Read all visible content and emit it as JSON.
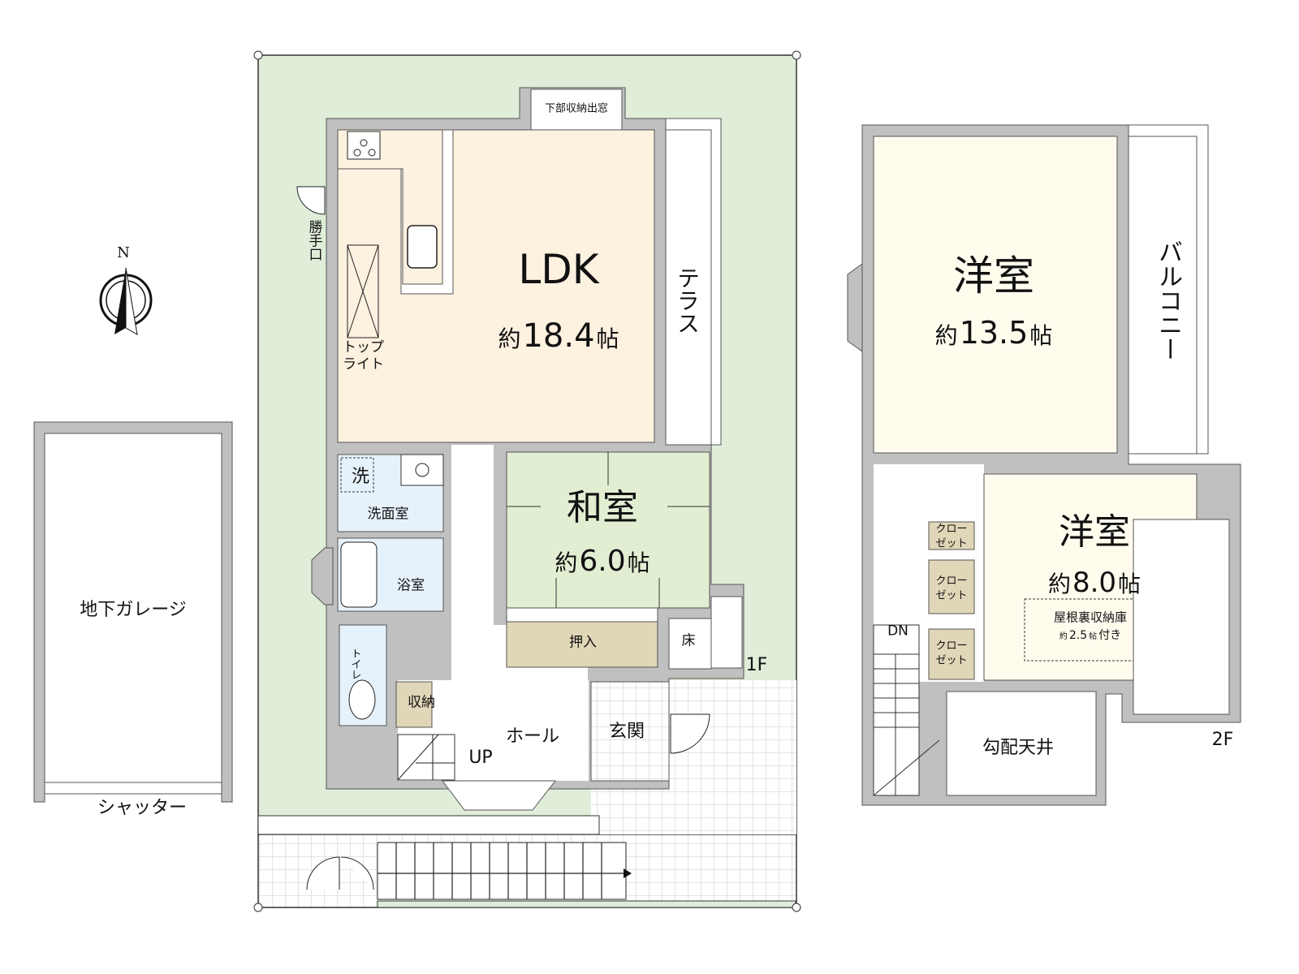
{
  "compass": {
    "label": "N"
  },
  "floor1": {
    "label": "1F",
    "rooms": {
      "ldk": {
        "name": "LDK",
        "prefix": "約",
        "size": "18.4",
        "unit": "帖"
      },
      "washitsu": {
        "name": "和室",
        "prefix": "約",
        "size": "6.0",
        "unit": "帖"
      },
      "senmenshitsu": {
        "name": "洗面室",
        "washer": "洗"
      },
      "yokushitsu": {
        "name": "浴室"
      },
      "toilet": {
        "name": "トイレ"
      },
      "storage": {
        "name": "収納"
      },
      "oshiire": {
        "name": "押入"
      },
      "toko": {
        "name": "床"
      },
      "hall": {
        "name": "ホール"
      },
      "genkan": {
        "name": "玄関"
      },
      "terrace": {
        "name": "テラス"
      },
      "katteguchi": {
        "name": "勝手口"
      },
      "toplight": {
        "name": "トップライト",
        "line1": "トップ",
        "line2": "ライト"
      },
      "bay_window": {
        "name": "下部収納出窓"
      },
      "stairs_up": {
        "name": "UP"
      }
    }
  },
  "floor2": {
    "label": "2F",
    "rooms": {
      "yoshitsu_large": {
        "name": "洋室",
        "prefix": "約",
        "size": "13.5",
        "unit": "帖"
      },
      "yoshitsu_small": {
        "name": "洋室",
        "prefix": "約",
        "size": "8.0",
        "unit": "帖",
        "attic_label": "屋根裏収納庫",
        "attic_size_prefix": "約",
        "attic_size": "2.5",
        "attic_unit": "帖",
        "attic_suffix": "付き"
      },
      "balcony": {
        "name": "バルコニー"
      },
      "closets": [
        {
          "line1": "クロー",
          "line2": "ゼット"
        },
        {
          "line1": "クロー",
          "line2": "ゼット"
        },
        {
          "line1": "クロー",
          "line2": "ゼット"
        }
      ],
      "sloped_ceiling": {
        "name": "勾配天井"
      },
      "stairs_down": {
        "name": "DN"
      }
    }
  },
  "garage": {
    "name": "地下ガレージ",
    "shutter": "シャッター"
  },
  "colors": {
    "lot": "#e0eed9",
    "wall": "#c0c0c0",
    "ldk": "#fdf1e0",
    "washitsu": "#e2eed2",
    "wet": "#e6f2fb",
    "storage": "#e0d6b8",
    "yoshitsu": "#fffcee",
    "tile": "#c8c8c8"
  }
}
